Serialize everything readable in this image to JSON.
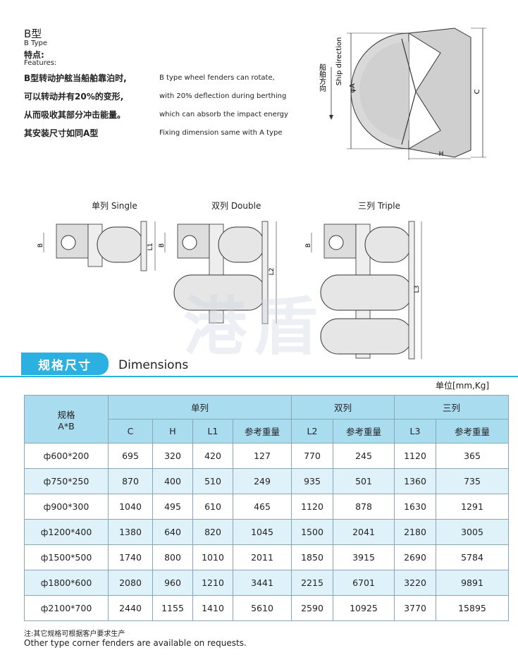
{
  "header": {
    "title": "B型",
    "subtitle": "B Type",
    "features_cn": "特点:",
    "features_en": "Features:"
  },
  "features": {
    "cn": [
      "B型转动护舷当船舶靠泊时,",
      "可以转动并有20%的变形,",
      "从而吸收其部分冲击能量。",
      "其安装尺寸如同A型"
    ],
    "en": [
      "B type wheel fenders can rotate,",
      "with 20% deflection during berthing",
      "which can absorb the impact energy",
      "Fixing dimension same with A type"
    ]
  },
  "diagram_top": {
    "label_cn": "船舶方向",
    "label_en": "Ship direction",
    "phi_a": "φA",
    "c": "C",
    "h": "H"
  },
  "layouts": {
    "single": "单列 Single",
    "double": "双列 Double",
    "triple": "三列 Triple",
    "b": "B",
    "l1": "L1",
    "l2": "L2",
    "l3": "L3"
  },
  "watermark": "港盾",
  "dimensions": {
    "badge": "规格尺寸",
    "title": "Dimensions",
    "unit": "单位[mm,Kg]"
  },
  "table": {
    "spec_header": "规格",
    "spec_sub": "A*B",
    "groups": [
      "单列",
      "双列",
      "三列"
    ],
    "cols": [
      "C",
      "H",
      "L1",
      "参考重量",
      "L2",
      "参考重量",
      "L3",
      "参考重量"
    ],
    "rows": [
      [
        "ф600*200",
        "695",
        "320",
        "420",
        "127",
        "770",
        "245",
        "1120",
        "365"
      ],
      [
        "ф750*250",
        "870",
        "400",
        "510",
        "249",
        "935",
        "501",
        "1360",
        "735"
      ],
      [
        "ф900*300",
        "1040",
        "495",
        "610",
        "465",
        "1120",
        "878",
        "1630",
        "1291"
      ],
      [
        "ф1200*400",
        "1380",
        "640",
        "820",
        "1045",
        "1500",
        "2041",
        "2180",
        "3005"
      ],
      [
        "ф1500*500",
        "1740",
        "800",
        "1010",
        "2011",
        "1850",
        "3915",
        "2690",
        "5784"
      ],
      [
        "ф1800*600",
        "2080",
        "960",
        "1210",
        "3441",
        "2215",
        "6701",
        "3220",
        "9891"
      ],
      [
        "ф2100*700",
        "2440",
        "1155",
        "1410",
        "5610",
        "2590",
        "10925",
        "3770",
        "15895"
      ]
    ]
  },
  "notes": {
    "cn": "注:其它规格可根据客户要求生产",
    "en": "Other type corner fenders are available on requests."
  }
}
